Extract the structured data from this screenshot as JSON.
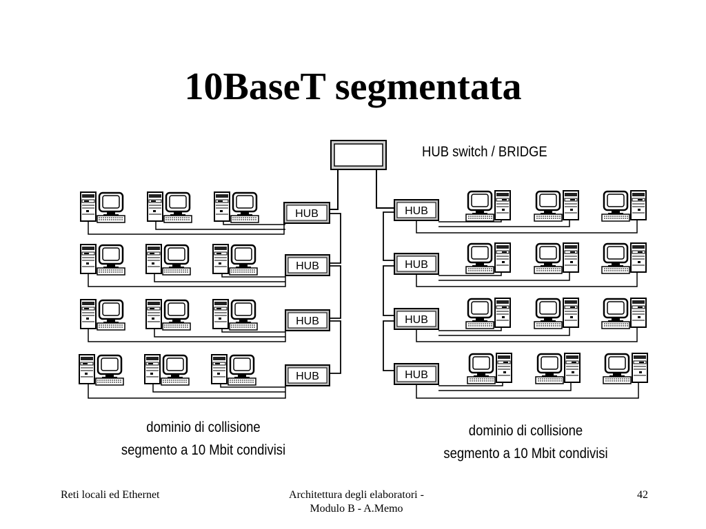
{
  "slide": {
    "title": "10BaseT segmentata"
  },
  "diagram": {
    "switch_label": "HUB switch / BRIDGE",
    "hub_label": "HUB",
    "left_caption": {
      "line1": "dominio di collisione",
      "line2": "segmento a 10 Mbit condivisi"
    },
    "right_caption": {
      "line1": "dominio di collisione",
      "line2": "segmento a 10 Mbit condivisi"
    },
    "hubs_per_side": 4,
    "computers_per_hub": 3
  },
  "footer": {
    "left": "Reti locali ed Ethernet",
    "center_line1": "Architettura degli elaboratori -",
    "center_line2": "Modulo B - A.Memo",
    "page_number": "42"
  }
}
